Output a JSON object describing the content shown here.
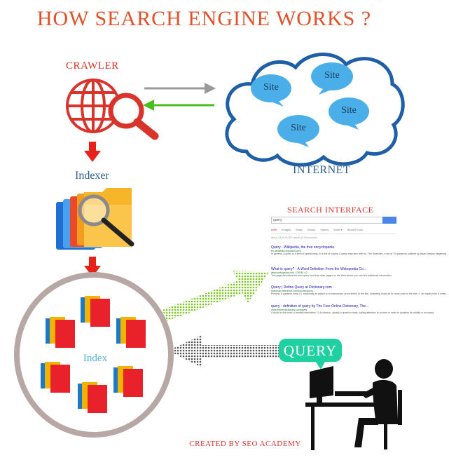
{
  "title": "HOW SEARCH ENGINE WORKS ?",
  "labels": {
    "crawler": "CRAWLER",
    "indexer": "Indexer",
    "internet": "INTERNET",
    "search_interface": "SEARCH INTERFACE",
    "index": "Index",
    "query": "QUERY",
    "credit": "CREATED BY SEO ACADEMY"
  },
  "sites": [
    "Site",
    "Site",
    "Site",
    "Site"
  ],
  "serp": {
    "search_value": "query",
    "tabs": [
      "Web",
      "Images",
      "Maps",
      "Books",
      "Videos",
      "More ▾",
      "Search tools"
    ],
    "stats": "About 23,60,00,000 results (0.28 seconds)",
    "results": [
      {
        "title": "Query - Wikipedia, the free encyclopedia",
        "url": "en.wikipedia.org/wiki/Query",
        "snippet": "In general, a query is a form of questioning, in a line of inquiry. A query may also refer to: The Searches, a set of 70 questions outlined by Isaac Newton beginning ..."
      },
      {
        "title": "What is query? - A Word Definition From the Webopedia Co...",
        "url": "www.webopedia.com › TERM › Q",
        "snippet": "This page describes the term query and lists other pages on the Web where you can find additional information."
      },
      {
        "title": "Query | Define Query at Dictionary.com",
        "url": "dictionary.reference.com/browse/query",
        "snippet": "Printing. a question mark (?), especially as added on a manuscript, proof sheet, or the like, indicating doubt as to some point in the text. 4. an inquiry from a writer ..."
      },
      {
        "title": "query - definition of query by The Free Online Dictionary, The...",
        "url": "www.thefreedictionary.com/query",
        "snippet": "A doubt in the mind; a mental reservation. 3. A notation, usually a question mark, calling attention to an item in order to question its validity or accuracy."
      }
    ]
  },
  "colors": {
    "title": "#e0522a",
    "red": "#d9342b",
    "cloud_outline": "#1f5fa8",
    "site_bubble": "#4aaee8",
    "label_blue": "#2f5f8e",
    "arrow_green": "#4bbf1e",
    "arrow_gray": "#9a9a9a",
    "index_ring": "#b8a8a5",
    "query_badge": "#1fd0a0"
  },
  "icons": [
    "globe-magnifier-icon",
    "folders-magnifier-icon",
    "book-icon",
    "user-computer-icon"
  ]
}
